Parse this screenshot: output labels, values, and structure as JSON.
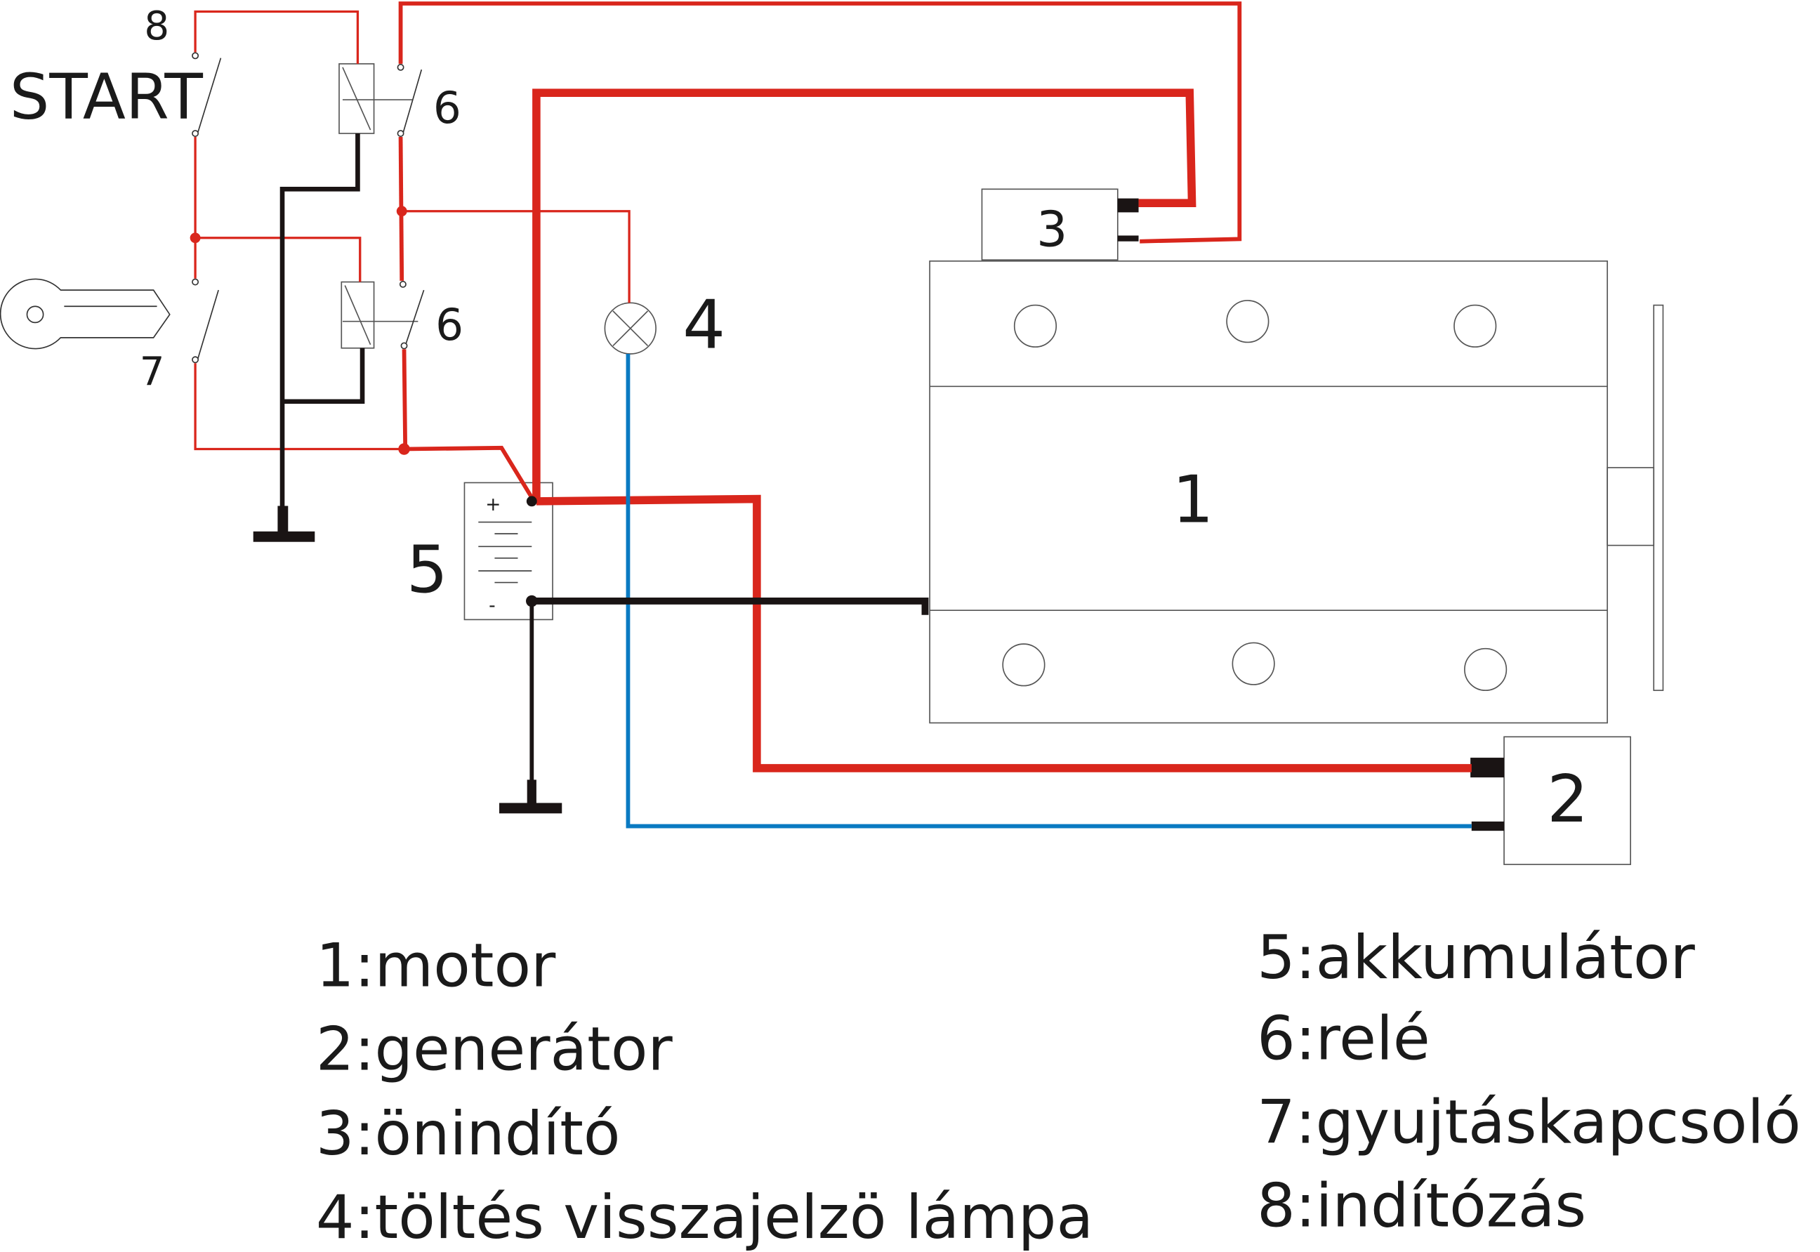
{
  "labels": {
    "start": "START",
    "n8": "8",
    "n7": "7",
    "n6a": "6",
    "n6b": "6",
    "n4": "4",
    "n5": "5",
    "n3": "3",
    "n1": "1",
    "n2": "2",
    "plus": "+",
    "minus": "-"
  },
  "legend": [
    "1:motor",
    "2:generátor",
    "3:önindító",
    "4:töltés visszajelzö lámpa",
    "5:akkumulátor",
    "6:relé",
    "7:gyujtáskapcsoló",
    "8:indítózás"
  ],
  "colors": {
    "red": "#d9261c",
    "black": "#1a1414",
    "blue": "#0a7ac2"
  }
}
